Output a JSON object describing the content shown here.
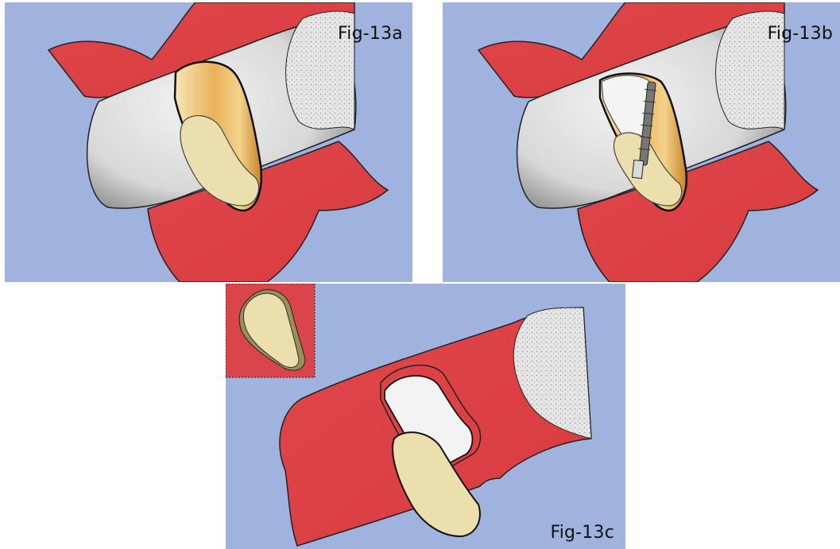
{
  "figures": {
    "a": {
      "label": "Fig-13a"
    },
    "b": {
      "label": "Fig-13b"
    },
    "c": {
      "label": "Fig-13c"
    }
  },
  "colors": {
    "background": "#9fb3de",
    "gingiva": "#e2484a",
    "bone": "#dcdcdc",
    "root_surface": "#ecdfae",
    "root_cavity": "#e2a64a",
    "outline": "#222222"
  }
}
